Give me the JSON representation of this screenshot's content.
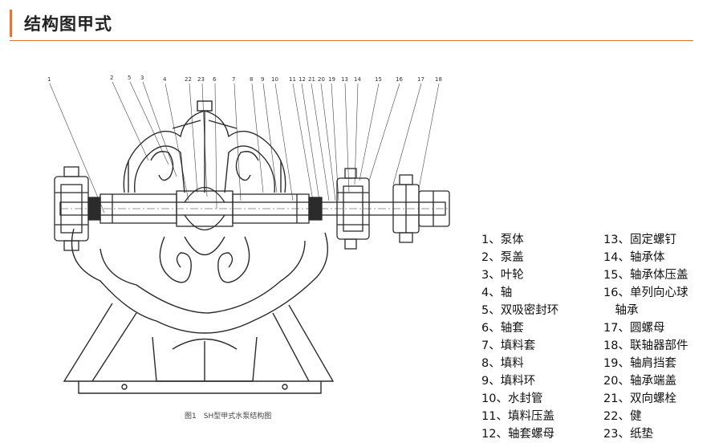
{
  "header": {
    "title": "结构图甲式"
  },
  "diagram": {
    "caption": "图1　SH型甲式水泵结构图",
    "callouts": [
      "1",
      "2",
      "5",
      "3",
      "4",
      "22",
      "23",
      "6",
      "7",
      "8",
      "9",
      "10",
      "11",
      "12",
      "21",
      "20",
      "19",
      "13",
      "14",
      "15",
      "16",
      "17",
      "18"
    ]
  },
  "legend": {
    "left": [
      "1、泵体",
      "2、泵盖",
      "3、叶轮",
      "4、轴",
      "5、双吸密封环",
      "6、轴套",
      "7、填料套",
      "8、填料",
      "9、填料环",
      "10、水封管",
      "11、填料压盖",
      "12、轴套螺母"
    ],
    "right": [
      "13、固定螺钉",
      "14、轴承体",
      "15、轴承体压盖",
      "16、单列向心球",
      "　轴承",
      "17、圆螺母",
      "18、联轴器部件",
      "19、轴肩挡套",
      "20、轴承端盖",
      "21、双向螺栓",
      "22、健",
      "23、纸垫"
    ]
  },
  "colors": {
    "accent": "#e8762d",
    "line": "#2b2b2b"
  }
}
